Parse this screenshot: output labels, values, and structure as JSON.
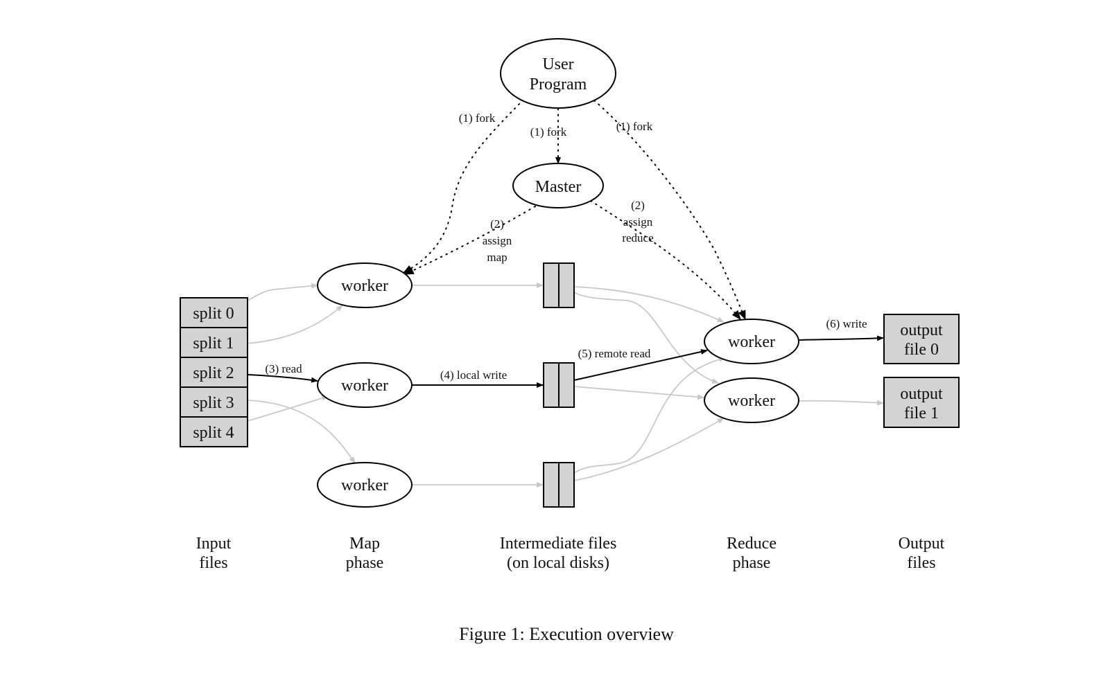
{
  "nodes": {
    "user_program": [
      "User",
      "Program"
    ],
    "master": "Master",
    "worker_label": "worker",
    "splits": [
      "split 0",
      "split 1",
      "split 2",
      "split 3",
      "split 4"
    ],
    "outputs": [
      [
        "output",
        "file 0"
      ],
      [
        "output",
        "file 1"
      ]
    ]
  },
  "edge_labels": {
    "fork_left": "(1) fork",
    "fork_mid": "(1) fork",
    "fork_right": "(1) fork",
    "assign_map": [
      "(2)",
      "assign",
      "map"
    ],
    "assign_reduce": [
      "(2)",
      "assign",
      "reduce"
    ],
    "read": "(3) read",
    "local_write": "(4) local write",
    "remote_read": "(5) remote read",
    "write": "(6) write"
  },
  "columns": {
    "input": [
      "Input",
      "files"
    ],
    "map": [
      "Map",
      "phase"
    ],
    "intermediate": [
      "Intermediate files",
      "(on local disks)"
    ],
    "reduce": [
      "Reduce",
      "phase"
    ],
    "output": [
      "Output",
      "files"
    ]
  },
  "caption": "Figure 1: Execution overview",
  "colors": {
    "box_fill": "#d3d3d3",
    "edge_gray": "#c8c8c8",
    "edge_dark": "#000000"
  }
}
